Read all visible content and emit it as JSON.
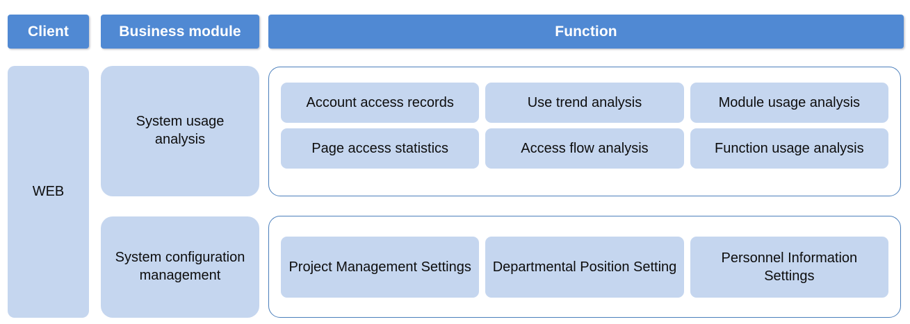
{
  "headers": {
    "client": "Client",
    "business_module": "Business module",
    "function": "Function"
  },
  "colors": {
    "header_blue": "#5089d3",
    "card_blue": "#c5d6ef",
    "container_border": "#4a7ebb",
    "text": "#0d0d0d",
    "header_text": "#ffffff",
    "background": "#ffffff"
  },
  "client": {
    "label": "WEB"
  },
  "modules": [
    {
      "name": "System usage analysis",
      "functions_rows": [
        [
          "Account access records",
          "Use trend analysis",
          "Module usage analysis"
        ],
        [
          "Page access statistics",
          "Access flow analysis",
          "Function usage analysis"
        ]
      ]
    },
    {
      "name": "System configuration management",
      "functions_rows": [
        [
          "Project Management Settings",
          "Departmental Position Setting",
          "Personnel Information Settings"
        ]
      ]
    }
  ]
}
